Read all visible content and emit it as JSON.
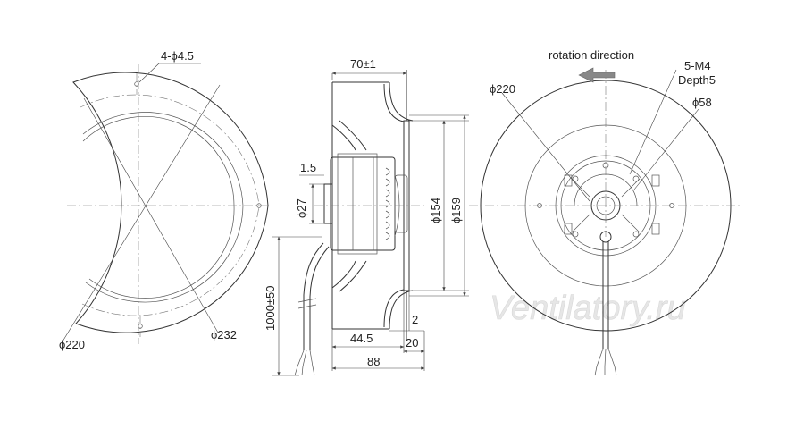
{
  "left_view": {
    "hole_callout": "4-ϕ4.5",
    "dia_inner": "ϕ220",
    "dia_outer": "ϕ232"
  },
  "side_view": {
    "width_total_tol": "70±1",
    "flange_thickness": "1.5",
    "hub_dia": "ϕ27",
    "cable_length": "1000±50",
    "dia_154": "ϕ154",
    "dia_159": "ϕ159",
    "dim_2": "2",
    "dim_44_5": "44.5",
    "dim_20": "20",
    "dim_88": "88"
  },
  "front_view": {
    "rotation_label": "rotation direction",
    "thread_callout": "5-M4",
    "depth_callout": "Depth5",
    "dia_220": "ϕ220",
    "dia_58": "ϕ58"
  },
  "watermark": "Ventilatory.ru",
  "icons": [
    "rotation-arrow-icon"
  ]
}
